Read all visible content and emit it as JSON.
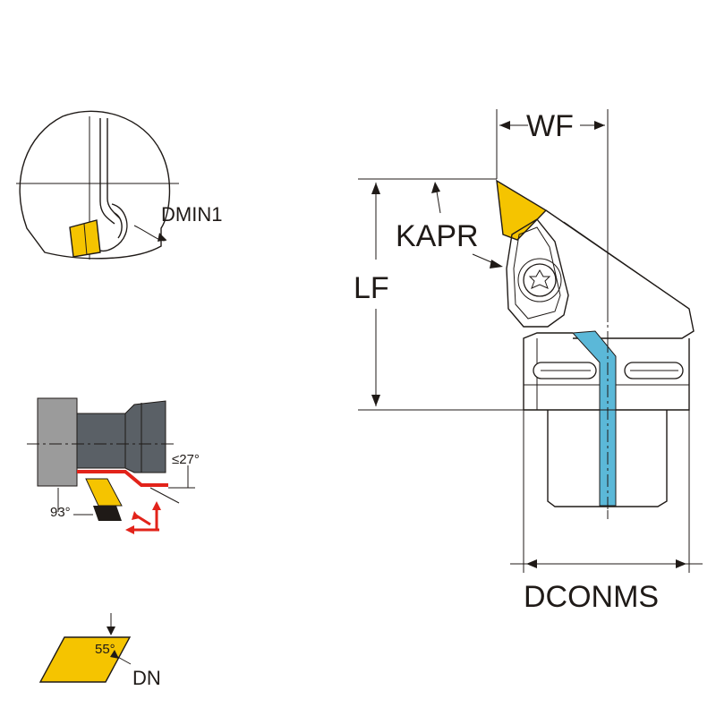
{
  "labels": {
    "wf": "WF",
    "kapr": "KAPR",
    "lf": "LF",
    "dconms": "DCONMS",
    "dmin1": "DMIN1",
    "lead_angle": "93°",
    "ramp_angle": "≤27°",
    "insert_angle": "55°",
    "dn": "DN"
  },
  "colors": {
    "insert_yellow": "#f5c400",
    "coolant_blue": "#5bb8d8",
    "body_dark": "#5a6066",
    "shank_gray": "#9b9b9b",
    "feed_red": "#e2231a",
    "line": "#1f1a17"
  }
}
